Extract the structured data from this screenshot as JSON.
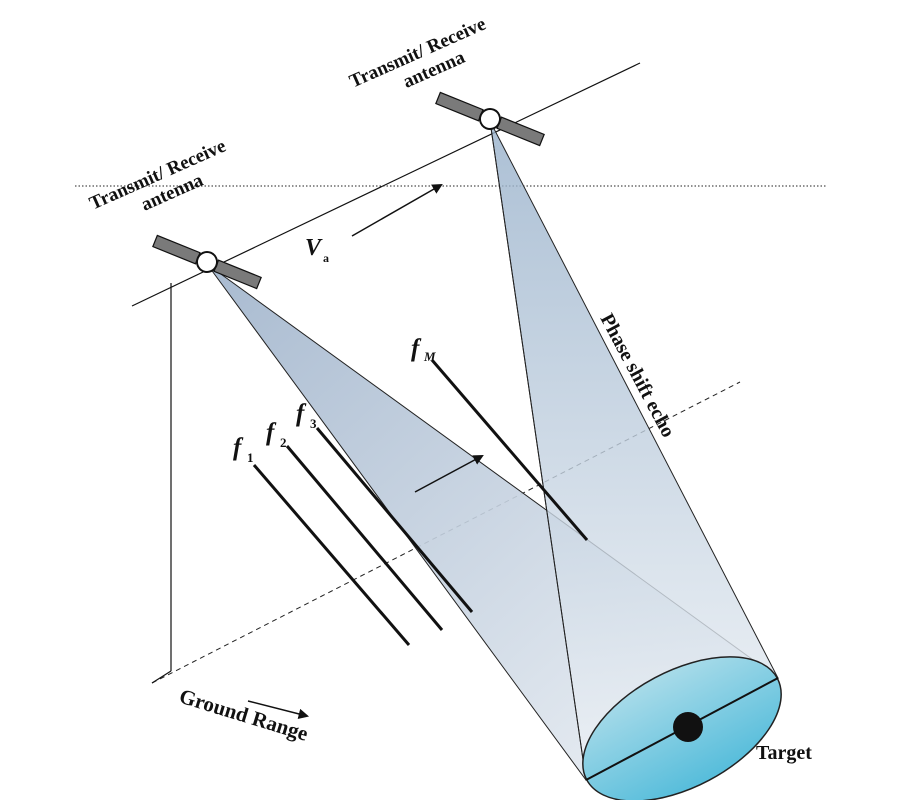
{
  "labels": {
    "antenna_left_line1": "Transmit/ Receive",
    "antenna_left_line2": "antenna",
    "antenna_right_line1": "Transmit/ Receive",
    "antenna_right_line2": "antenna",
    "velocity": "V",
    "velocity_sub": "a",
    "phase_shift_echo": "Phase shift echo",
    "ground_range": "Ground Range",
    "target": "Target"
  },
  "frequencies": [
    {
      "symbol": "f",
      "sub": "1"
    },
    {
      "symbol": "f",
      "sub": "2"
    },
    {
      "symbol": "f",
      "sub": "3"
    },
    {
      "symbol": "f",
      "sub": "M"
    }
  ],
  "colors": {
    "beam_top": "#9fb7cf",
    "beam_bottom": "#f2f5f8",
    "target_disc": "#5bbfdc",
    "target_disc_light": "#a9dcea",
    "target_point": "#111111",
    "line": "#111111"
  }
}
